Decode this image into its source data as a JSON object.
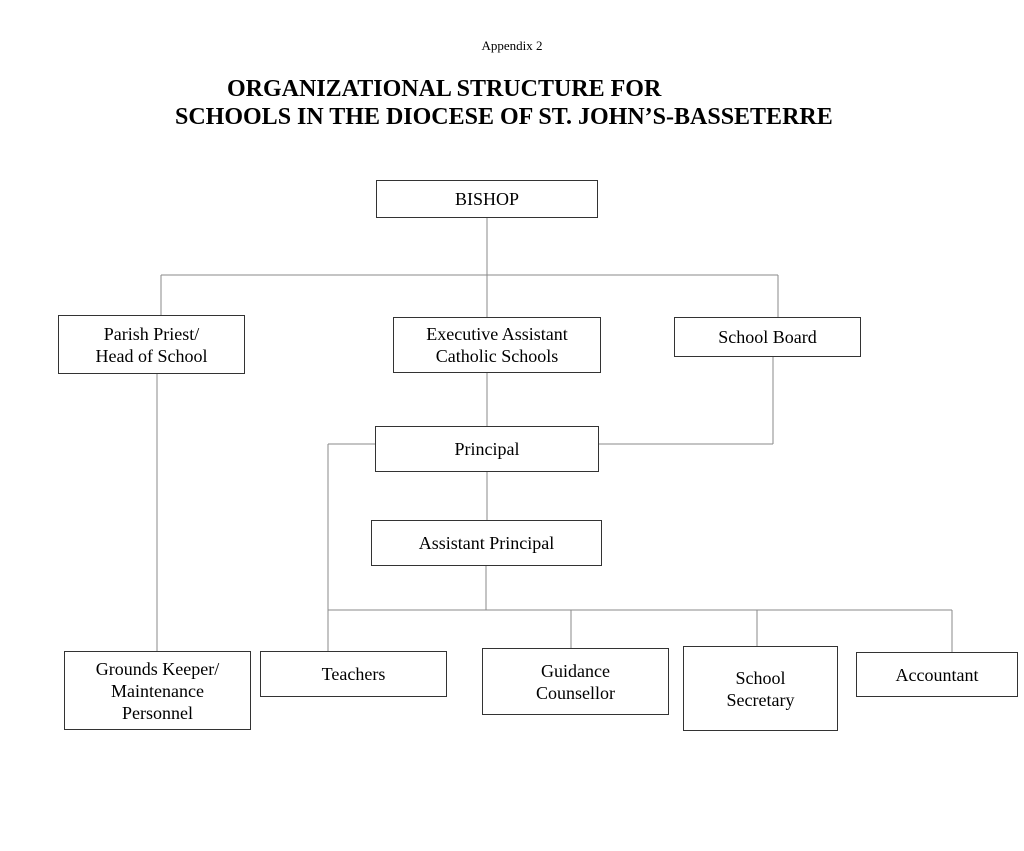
{
  "header": {
    "appendix": "Appendix 2",
    "title_line_1": "ORGANIZATIONAL STRUCTURE FOR",
    "title_line_2": "SCHOOLS IN THE DIOCESE OF ST. JOHN’S-BASSETERRE"
  },
  "nodes": {
    "bishop": {
      "lines": [
        "BISHOP"
      ]
    },
    "parish_priest": {
      "lines": [
        "Parish Priest/",
        "Head of School"
      ]
    },
    "executive_assistant": {
      "lines": [
        "Executive Assistant",
        "Catholic Schools"
      ]
    },
    "school_board": {
      "lines": [
        "School Board"
      ]
    },
    "principal": {
      "lines": [
        "Principal"
      ]
    },
    "assistant_principal": {
      "lines": [
        "Assistant Principal"
      ]
    },
    "grounds_keeper": {
      "lines": [
        "Grounds Keeper/",
        "Maintenance",
        "Personnel"
      ]
    },
    "teachers": {
      "lines": [
        "Teachers"
      ]
    },
    "guidance_counsellor": {
      "lines": [
        "Guidance",
        "Counsellor"
      ]
    },
    "school_secretary": {
      "lines": [
        "School",
        "Secretary"
      ]
    },
    "accountant": {
      "lines": [
        "Accountant"
      ]
    }
  },
  "theme": {
    "line_color": "#8a8a8a",
    "border_color": "#333333",
    "text_color": "#000000"
  }
}
